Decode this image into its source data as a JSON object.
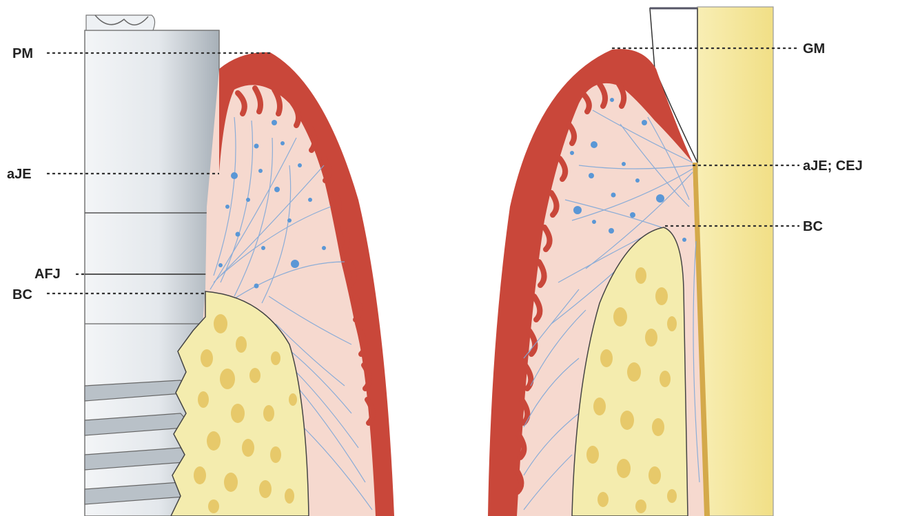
{
  "labels": {
    "pm": "PM",
    "aje_left": "aJE",
    "afj": "AFJ",
    "bc_left": "BC",
    "gm": "GM",
    "aje_cej": "aJE; CEJ",
    "bc_right": "BC"
  },
  "colors": {
    "gingiva_epithelium": "#c9473a",
    "connective_tissue": "#f6d9cf",
    "collagen_fibers": "#7fa8d8",
    "alveolar_bone": "#f4ecae",
    "bone_marrow_spaces": "#e7c96a",
    "implant_metal": "#d7dde3",
    "tooth_dentin": "#f5e79c",
    "enamel": "#ffffff",
    "cementum": "#d4a94a"
  }
}
